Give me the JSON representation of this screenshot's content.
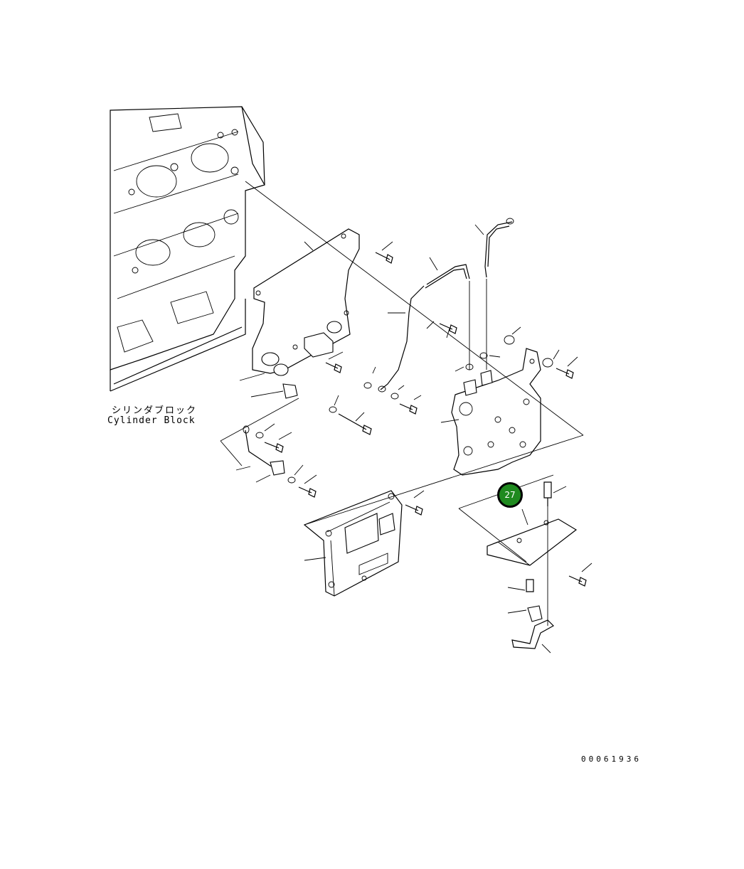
{
  "labels": {
    "cylinder_block_jp": "シリンダブロック",
    "cylinder_block_en": "Cylinder Block",
    "drawing_number": "00061936"
  },
  "callouts": [
    {
      "number": "27"
    }
  ],
  "colors": {
    "callout_fill": "#1f8a1f",
    "line": "#000000",
    "background": "#ffffff"
  }
}
